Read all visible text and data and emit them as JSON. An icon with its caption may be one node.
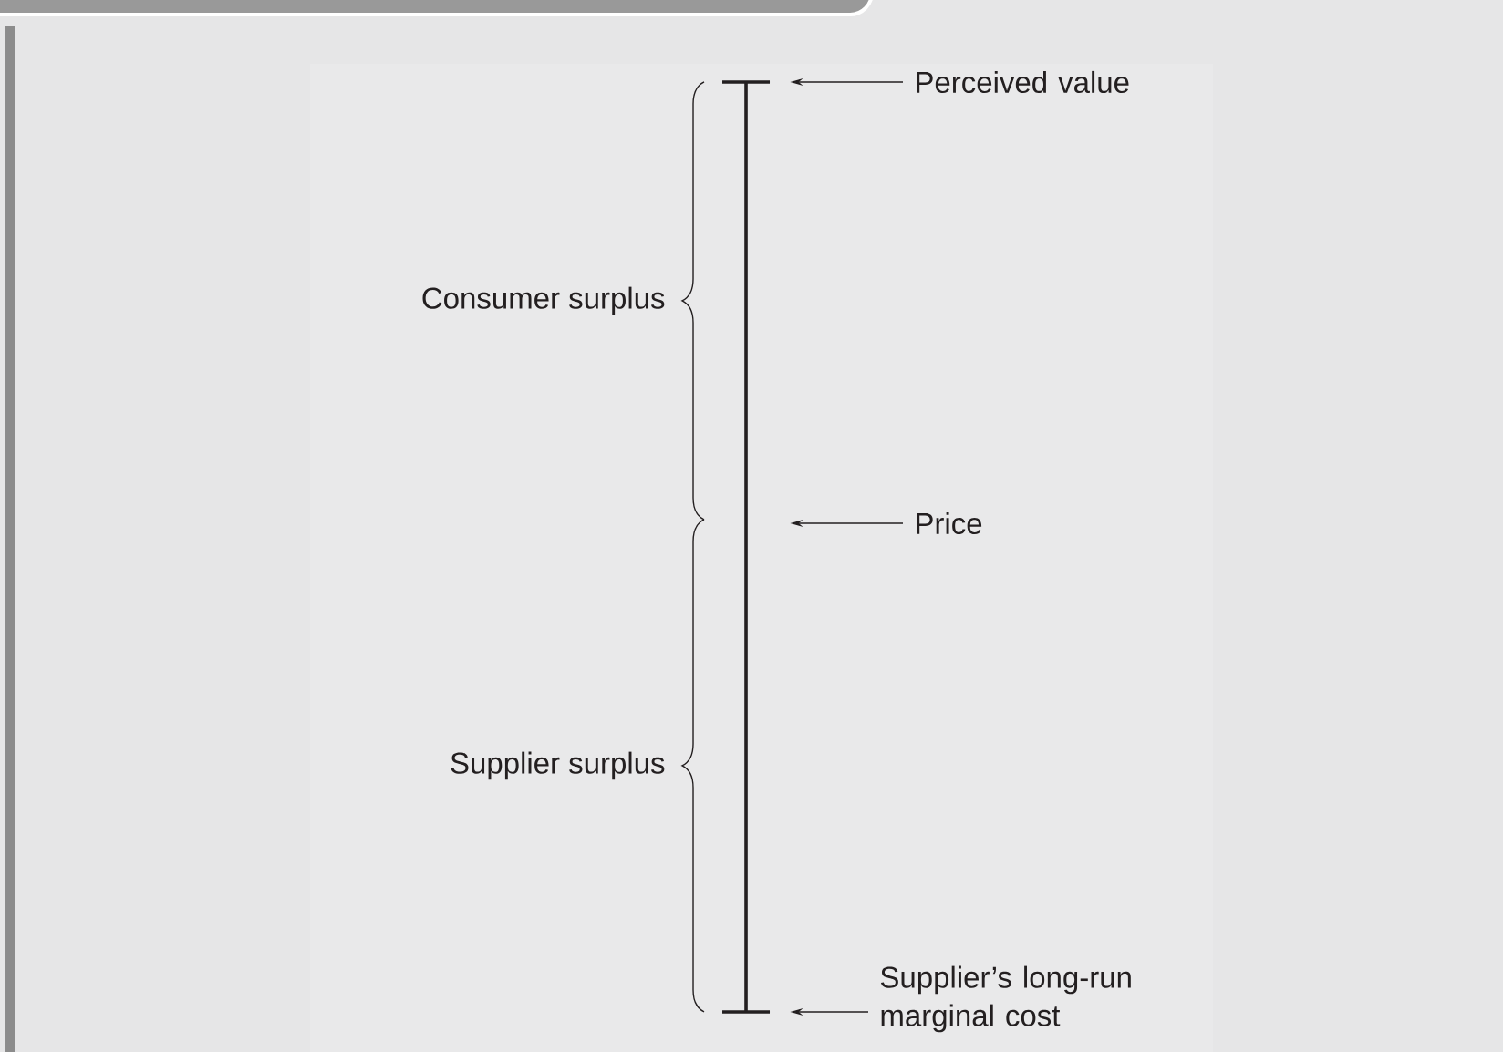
{
  "diagram": {
    "nodes": [
      {
        "text": [
          "Perceived value"
        ]
      },
      {
        "text": [
          "Price"
        ]
      },
      {
        "text": [
          "Supplier’s long-run marginal cost"
        ]
      },
      {
        "text": [],
        "shape": "bar"
      }
    ],
    "edges": [
      {
        "from": 0,
        "to": 3,
        "arrow": "to"
      },
      {
        "from": 1,
        "to": 3,
        "arrow": "to"
      },
      {
        "from": 2,
        "to": 3,
        "arrow": "to"
      }
    ],
    "labels": [
      "Consumer surplus",
      "Supplier surplus"
    ]
  }
}
